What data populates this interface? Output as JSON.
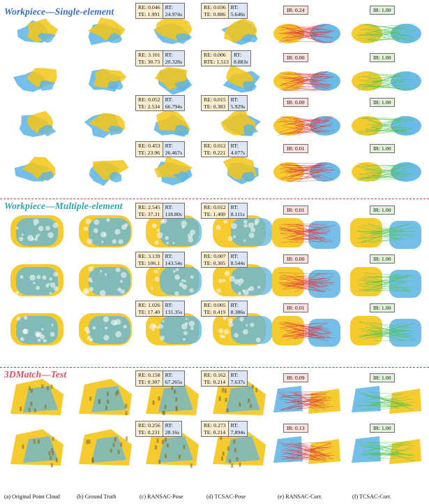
{
  "sections": [
    {
      "title": "Workpiece—Single-element",
      "color": "#3a6fc0"
    },
    {
      "title": "Workpiece—Multiple-element",
      "color": "#2fa8a8"
    },
    {
      "title": "3DMatch—Test",
      "color": "#d9505e"
    }
  ],
  "columns": [
    "(a) Original Point Cloud",
    "(b) Ground Truth",
    "(c) RANSAC-Pose",
    "(d) TCSAC-Pose",
    "(e) RANSAC-Corr.",
    "(f) TCSAC-Corr."
  ],
  "rows": [
    {
      "ransac": {
        "re_label": "RE:",
        "re": "0.046",
        "te_label": "TE:",
        "te": "1.991",
        "rt_label": "RT:",
        "rt": "24.974s"
      },
      "tcsac": {
        "re_label": "RE:",
        "re": "0.036",
        "te_label": "TE:",
        "te": "0.886",
        "rt_label": "RT:",
        "rt": "5.646s"
      },
      "ir_ransac": "IR: 0.24",
      "ir_tcsac": "IR: 1.00"
    },
    {
      "ransac": {
        "re_label": "RE:",
        "re": "3.101",
        "te_label": "TE:",
        "te": "30.73",
        "rt_label": "RT:",
        "rt": "20.328s"
      },
      "tcsac": {
        "re_label": "RE:",
        "re": "0.006",
        "te_label": "RTE:",
        "te": "1.513",
        "rt_label": "RT:",
        "rt": "8.883s"
      },
      "ir_ransac": "IR: 0.00",
      "ir_tcsac": "IR: 1.00"
    },
    {
      "ransac": {
        "re_label": "RE:",
        "re": "0.052",
        "te_label": "TE:",
        "te": "2.534",
        "rt_label": "RT:",
        "rt": "66.794s"
      },
      "tcsac": {
        "re_label": "RE:",
        "re": "0.015",
        "te_label": "TE:",
        "te": "0.383",
        "rt_label": "RT:",
        "rt": "5.929s"
      },
      "ir_ransac": "IR: 0.00",
      "ir_tcsac": "IR: 1.00"
    },
    {
      "ransac": {
        "re_label": "RE:",
        "re": "0.453",
        "te_label": "TE:",
        "te": "23.96",
        "rt_label": "RT:",
        "rt": "26.467s"
      },
      "tcsac": {
        "re_label": "RE:",
        "re": "0.012",
        "te_label": "TE:",
        "te": "0.221",
        "rt_label": "RT:",
        "rt": "4.077s"
      },
      "ir_ransac": "IR: 0.01",
      "ir_tcsac": "IR: 1.00"
    },
    {
      "ransac": {
        "re_label": "RE:",
        "re": "2.545",
        "te_label": "TE:",
        "te": "37.31",
        "rt_label": "RT:",
        "rt": "118.80s"
      },
      "tcsac": {
        "re_label": "RE:",
        "re": "0.012",
        "te_label": "TE:",
        "te": "1.400",
        "rt_label": "RT:",
        "rt": "8.111s"
      },
      "ir_ransac": "IR: 0.01",
      "ir_tcsac": "IR: 1.00"
    },
    {
      "ransac": {
        "re_label": "RE:",
        "re": "3.139",
        "te_label": "TE:",
        "te": "106.1",
        "rt_label": "RT:",
        "rt": "143.54s"
      },
      "tcsac": {
        "re_label": "RE:",
        "re": "0.007",
        "te_label": "TE:",
        "te": "0.305",
        "rt_label": "RT:",
        "rt": "8.544s"
      },
      "ir_ransac": "IR: 0.00",
      "ir_tcsac": "IR: 1.00"
    },
    {
      "ransac": {
        "re_label": "RE:",
        "re": "1.026",
        "te_label": "TE:",
        "te": "17.40",
        "rt_label": "RT:",
        "rt": "131.35s"
      },
      "tcsac": {
        "re_label": "RE:",
        "re": "0.005",
        "te_label": "TE:",
        "te": "0.419",
        "rt_label": "RT:",
        "rt": "8.386s"
      },
      "ir_ransac": "IR: 0.01",
      "ir_tcsac": "IR: 1.00"
    },
    {
      "ransac": {
        "re_label": "RE:",
        "re": "0.158",
        "te_label": "TE:",
        "te": "0.307",
        "rt_label": "RT:",
        "rt": "67.265s"
      },
      "tcsac": {
        "re_label": "RE:",
        "re": "0.162",
        "te_label": "TE:",
        "te": "0.214",
        "rt_label": "RT:",
        "rt": "7.637s"
      },
      "ir_ransac": "IR: 0.09",
      "ir_tcsac": "IR: 1.00"
    },
    {
      "ransac": {
        "re_label": "RE:",
        "re": "0.256",
        "te_label": "TE:",
        "te": "0.231",
        "rt_label": "RT:",
        "rt": "28.16s"
      },
      "tcsac": {
        "re_label": "RE:",
        "re": "0.273",
        "te_label": "TE:",
        "te": "0.214",
        "rt_label": "RT:",
        "rt": "7.894s"
      },
      "ir_ransac": "IR: 0.13",
      "ir_tcsac": "IR: 1.00"
    }
  ],
  "colors": {
    "source": "#f5c518",
    "target": "#5ab4e6",
    "inlier": "#4cc44c",
    "outlier": "#e0383c",
    "divider": "#c8404a"
  }
}
